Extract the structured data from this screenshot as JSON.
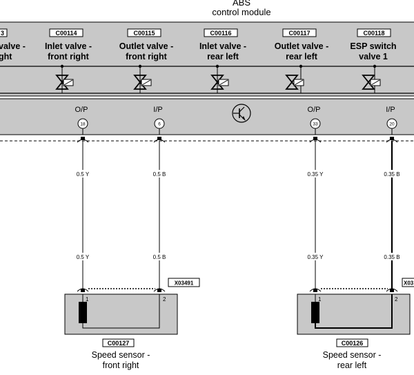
{
  "module": {
    "title_line1": "ABS",
    "title_line2": "control module"
  },
  "valves": [
    {
      "code": "",
      "line1": "valve -",
      "line2": "ght"
    },
    {
      "code": "C00114",
      "line1": "Inlet valve -",
      "line2": "front right"
    },
    {
      "code": "C00115",
      "line1": "Outlet valve -",
      "line2": "front right"
    },
    {
      "code": "C00116",
      "line1": "Inlet valve -",
      "line2": "rear left"
    },
    {
      "code": "C00117",
      "line1": "Outlet valve -",
      "line2": "rear left"
    },
    {
      "code": "C00118",
      "line1": "ESP switch",
      "line2": "valve 1"
    }
  ],
  "partial_code_fragment": "3",
  "pins": [
    {
      "type": "O/P",
      "number": "18"
    },
    {
      "type": "I/P",
      "number": "6"
    },
    {
      "type": "O/P",
      "number": "33"
    },
    {
      "type": "I/P",
      "number": "20"
    }
  ],
  "wires": [
    {
      "upper_label": "0.5 Y",
      "lower_label": "0.5 Y"
    },
    {
      "upper_label": "0.5 B",
      "lower_label": "0.5 B"
    },
    {
      "upper_label": "0.35 Y",
      "lower_label": "0.35 Y"
    },
    {
      "upper_label": "0.35 B",
      "lower_label": "0.35 B"
    }
  ],
  "connectors": [
    {
      "code": "X03491"
    },
    {
      "code": "X03"
    }
  ],
  "sensors": [
    {
      "code": "C00127",
      "line1": "Speed sensor -",
      "line2": "front right",
      "pin1": "1",
      "pin2": "2"
    },
    {
      "code": "C00126",
      "line1": "Speed sensor -",
      "line2": "rear left",
      "pin1": "1",
      "pin2": "2"
    }
  ],
  "colors": {
    "module_fill": "#c8c8c8",
    "sensor_fill": "#c8c8c8",
    "line": "#000000"
  }
}
